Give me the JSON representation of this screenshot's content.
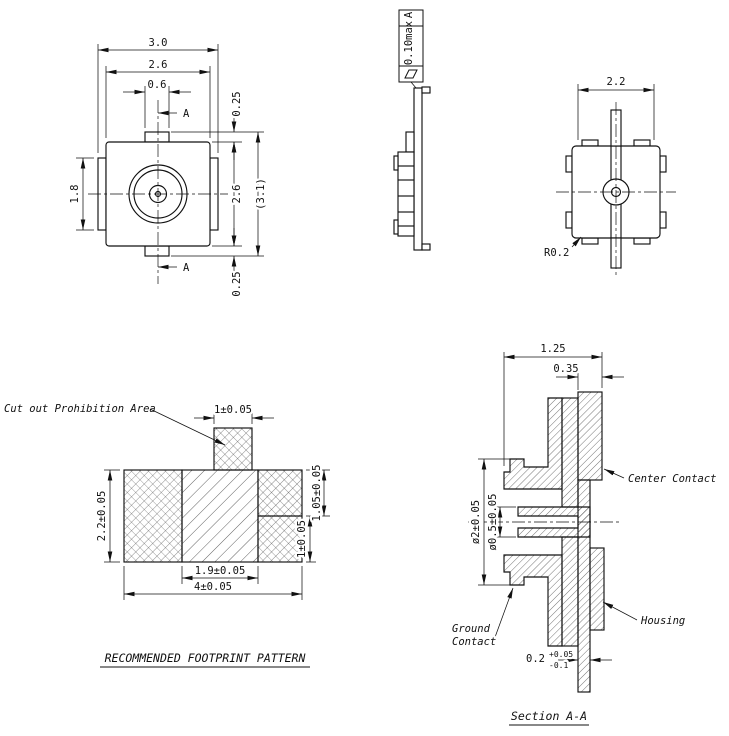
{
  "page": {
    "background": "#ffffff",
    "line_color": "#111111"
  },
  "front_view": {
    "dim_width_overall": "3.0",
    "dim_width_body": "2.6",
    "dim_width_tab": "0.6",
    "dim_height_tab_side": "1.8",
    "dim_offset_top": "0.25",
    "dim_height_body": "2.6",
    "dim_height_overall": "(3.1)",
    "dim_offset_bottom": "0.25",
    "section_mark_top": "A",
    "section_mark_bottom": "A"
  },
  "side_view": {
    "datum_label": "A",
    "flatness_value": "0.10max"
  },
  "rear_view": {
    "dim_width_contact": "2.2",
    "radius_callout": "R0.2"
  },
  "footprint_view": {
    "callout": "Cut out Prohibition Area",
    "dim_top": "1±0.05",
    "dim_left": "2.2±0.05",
    "dim_right_outer": "1.05±0.05",
    "dim_right_inner": "1±0.05",
    "dim_bottom_inner": "1.9±0.05",
    "dim_bottom_outer": "4±0.05",
    "title": "RECOMMENDED FOOTPRINT PATTERN"
  },
  "section_view": {
    "dim_height": "1.25",
    "dim_top_offset": "0.35",
    "dim_dia_outer": "ø2±0.05",
    "dim_dia_center": "ø0.5±0.05",
    "dim_lead_thickness": "0.2",
    "tol_plus": "+0.05",
    "tol_minus": "-0.1",
    "label_center_contact": "Center Contact",
    "label_housing": "Housing",
    "label_ground_line1": "Ground",
    "label_ground_line2": "Contact",
    "title": "Section A-A"
  }
}
